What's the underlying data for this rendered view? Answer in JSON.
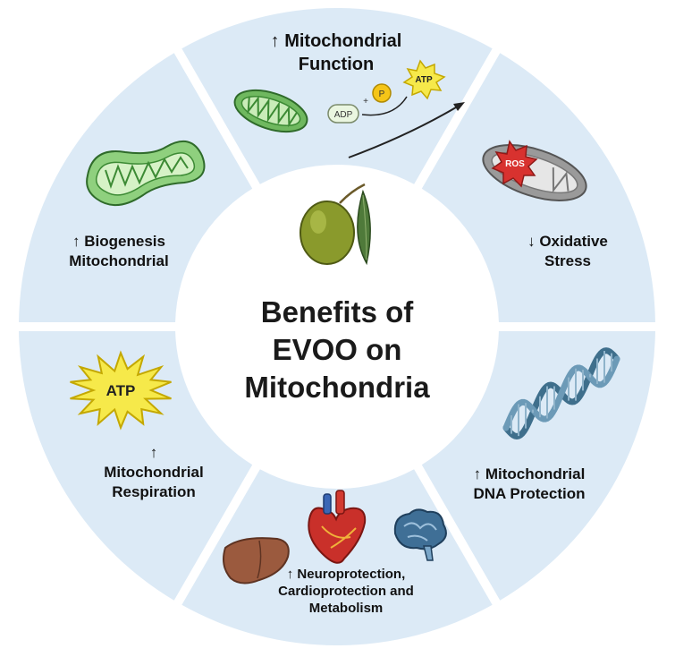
{
  "title": [
    "Benefits of",
    "EVOO on",
    "Mitochondria"
  ],
  "segments": {
    "function": [
      "↑ Mitochondrial",
      "Function"
    ],
    "oxidative": [
      "↓ Oxidative",
      "Stress"
    ],
    "dna": [
      "↑ Mitochondrial",
      "DNA Protection"
    ],
    "organs": [
      "↑ Neuroprotection,",
      "Cardioprotection and",
      "Metabolism"
    ],
    "respiration": [
      "↑",
      "Mitochondrial",
      "Respiration"
    ],
    "biogenesis": [
      "↑ Biogenesis",
      "Mitochondrial"
    ]
  },
  "icons": {
    "adp": "ADP",
    "plus": "+",
    "p": "P",
    "atp_small": "ATP",
    "ros": "ROS",
    "atp_large": "ATP"
  },
  "colors": {
    "segment_fill": "#dceaf6",
    "center_fill": "#ffffff",
    "mito_green": "#7cc36e",
    "olive": "#8a9a2c",
    "dna_blue": "#3f6f8c",
    "atp_yellow": "#f6e94a",
    "ros_red": "#d8322f"
  }
}
